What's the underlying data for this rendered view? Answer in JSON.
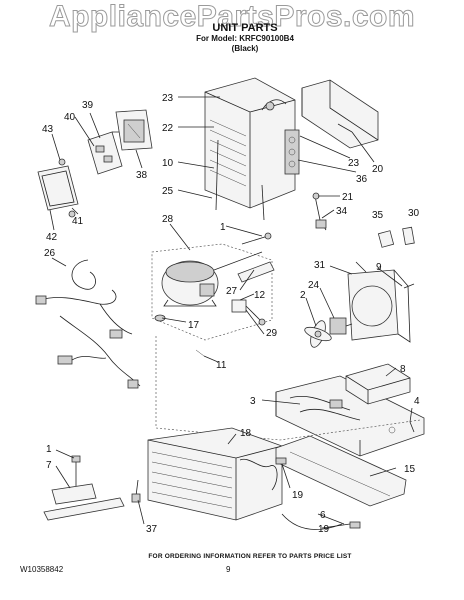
{
  "watermark": "AppliancePartsPros.com",
  "header": {
    "title": "UNIT PARTS",
    "model": "For Model: KRFC90100B4",
    "color": "(Black)"
  },
  "callouts": [
    {
      "id": "c23a",
      "text": "23"
    },
    {
      "id": "c22",
      "text": "22"
    },
    {
      "id": "c10",
      "text": "10"
    },
    {
      "id": "c25",
      "text": "25"
    },
    {
      "id": "c20",
      "text": "20"
    },
    {
      "id": "c23b",
      "text": "23"
    },
    {
      "id": "c36",
      "text": "36"
    },
    {
      "id": "c21",
      "text": "21"
    },
    {
      "id": "c34",
      "text": "34"
    },
    {
      "id": "c35",
      "text": "35"
    },
    {
      "id": "c30",
      "text": "30"
    },
    {
      "id": "c39",
      "text": "39"
    },
    {
      "id": "c40",
      "text": "40"
    },
    {
      "id": "c43",
      "text": "43"
    },
    {
      "id": "c38",
      "text": "38"
    },
    {
      "id": "c41",
      "text": "41"
    },
    {
      "id": "c42",
      "text": "42"
    },
    {
      "id": "c26",
      "text": "26"
    },
    {
      "id": "c28",
      "text": "28"
    },
    {
      "id": "c1a",
      "text": "1"
    },
    {
      "id": "c27",
      "text": "27"
    },
    {
      "id": "c12",
      "text": "12"
    },
    {
      "id": "c17",
      "text": "17"
    },
    {
      "id": "c29",
      "text": "29"
    },
    {
      "id": "c11",
      "text": "11"
    },
    {
      "id": "c31",
      "text": "31"
    },
    {
      "id": "c9",
      "text": "9"
    },
    {
      "id": "c2",
      "text": "2"
    },
    {
      "id": "c24",
      "text": "24"
    },
    {
      "id": "c8",
      "text": "8"
    },
    {
      "id": "c3",
      "text": "3"
    },
    {
      "id": "c4",
      "text": "4"
    },
    {
      "id": "c18",
      "text": "18"
    },
    {
      "id": "c15",
      "text": "15"
    },
    {
      "id": "c1b",
      "text": "1"
    },
    {
      "id": "c7",
      "text": "7"
    },
    {
      "id": "c19a",
      "text": "19"
    },
    {
      "id": "c6",
      "text": "6"
    },
    {
      "id": "c19b",
      "text": "19"
    },
    {
      "id": "c37",
      "text": "37"
    }
  ],
  "footer": "FOR ORDERING INFORMATION REFER TO PARTS PRICE LIST",
  "doc_number": "W10358842",
  "page_number": "9"
}
